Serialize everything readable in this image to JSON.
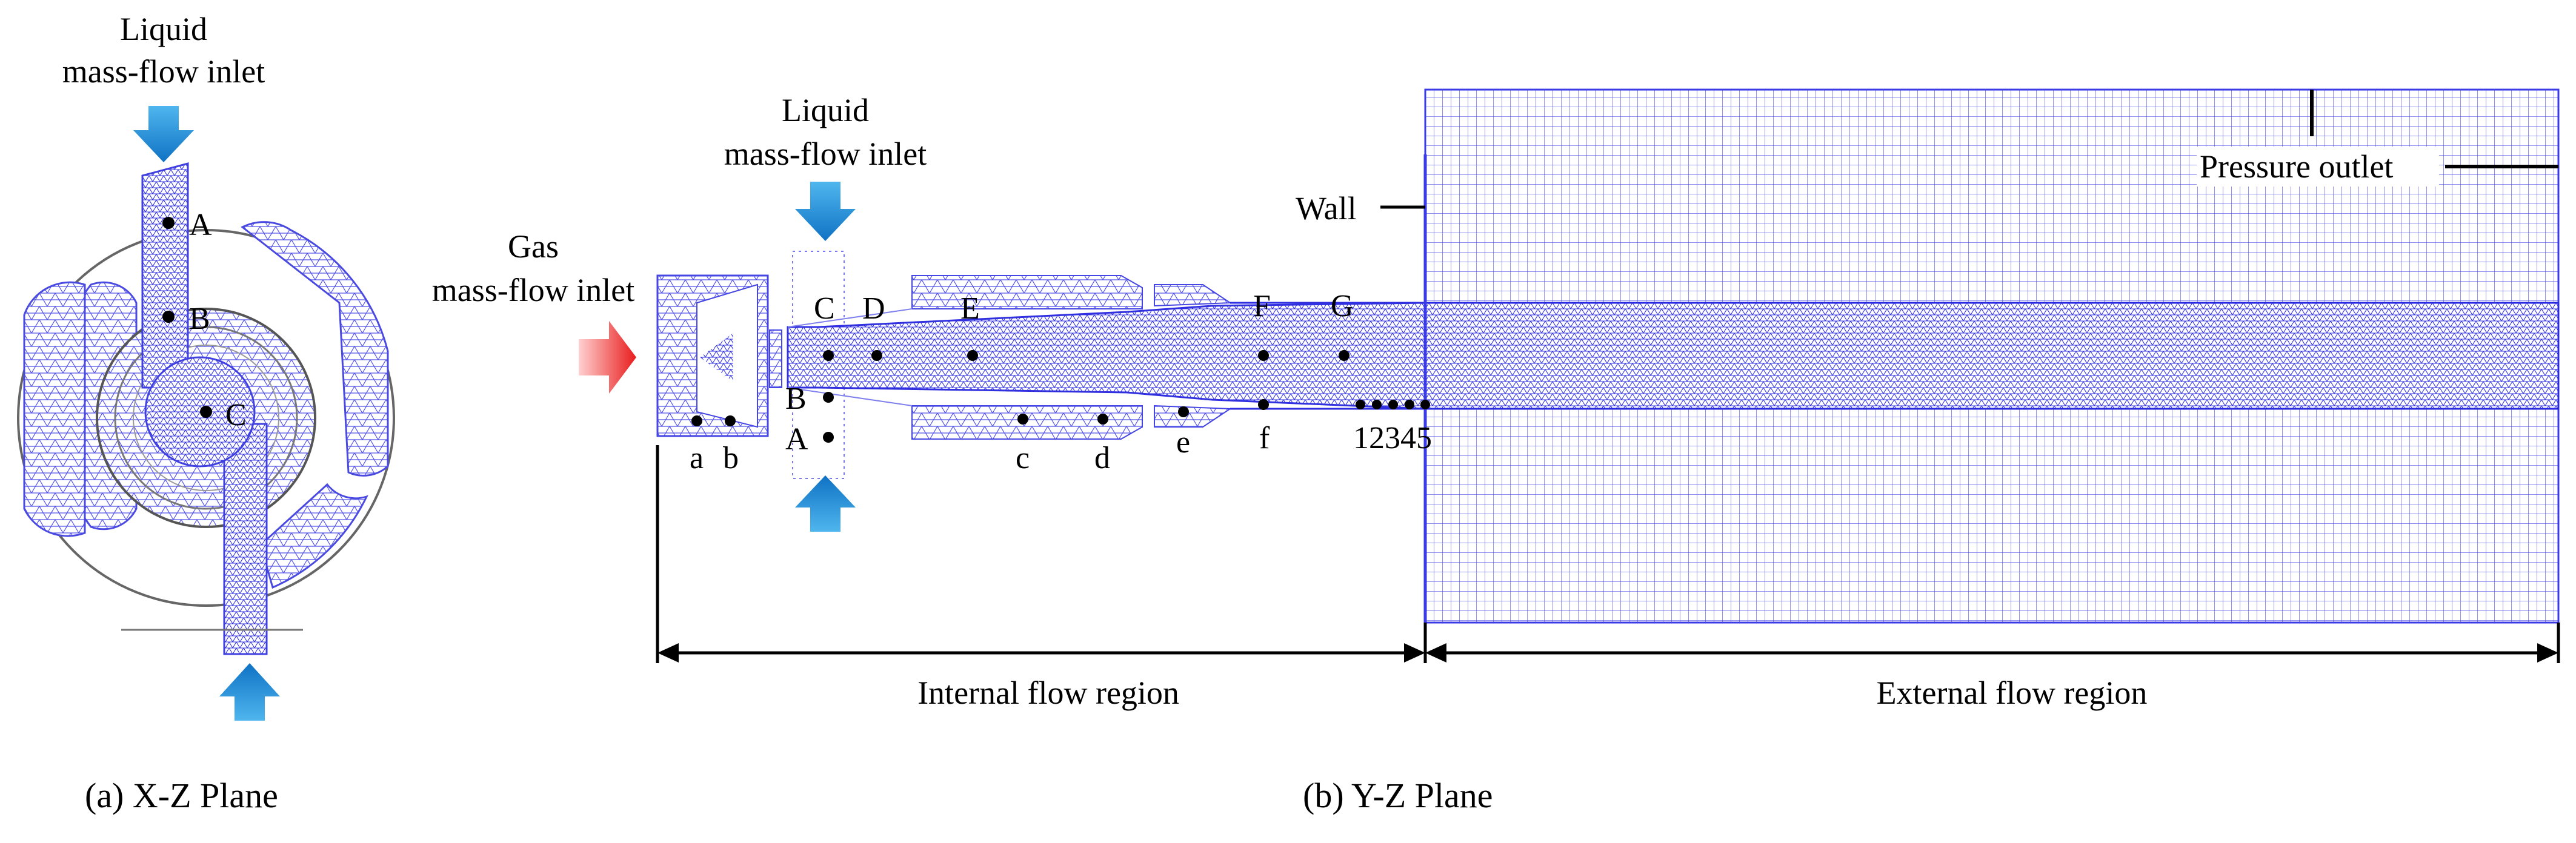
{
  "panel_a": {
    "inlet_label_line1": "Liquid",
    "inlet_label_line2": "mass-flow inlet",
    "points": [
      "A",
      "B",
      "C"
    ],
    "caption": "(a) X-Z Plane"
  },
  "panel_b": {
    "liquid_inlet_line1": "Liquid",
    "liquid_inlet_line2": "mass-flow inlet",
    "gas_inlet_line1": "Gas",
    "gas_inlet_line2": "mass-flow inlet",
    "wall_label": "Wall",
    "pressure_outlet_label": "Pressure outlet",
    "upper_points": [
      "C",
      "D",
      "E",
      "F",
      "G"
    ],
    "lower_points_caps": [
      "B",
      "A"
    ],
    "lower_points_small": [
      "a",
      "b",
      "c",
      "d",
      "e",
      "f"
    ],
    "numbered_points": "12345",
    "internal_region": "Internal flow region",
    "external_region": "External flow region",
    "caption": "(b) Y-Z Plane"
  },
  "colors": {
    "mesh": "#3a3ae6",
    "mesh_light": "#8f8ff2",
    "liquid_arrow": "#1a8fd6",
    "gas_arrow": "#ef2a2a",
    "outline": "#555555"
  }
}
